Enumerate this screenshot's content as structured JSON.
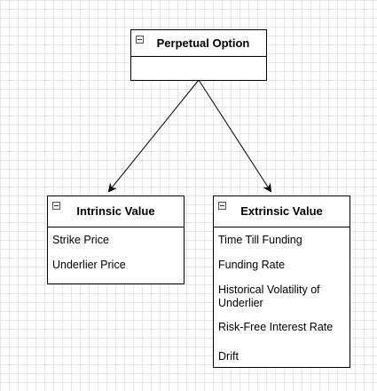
{
  "colors": {
    "stroke": "#000000",
    "grid": "#e6e6e6",
    "fill": "#ffffff"
  },
  "icons": [
    "collapse-icon"
  ],
  "diagram": {
    "root": {
      "title": "Perpetual Option",
      "attributes": []
    },
    "intrinsic": {
      "title": "Intrinsic Value",
      "attributes": [
        "Strike Price",
        "Underlier Price"
      ]
    },
    "extrinsic": {
      "title": "Extrinsic Value",
      "attributes": [
        "Time Till Funding",
        "Funding Rate",
        "Historical Volatility of Underlier",
        "Risk-Free Interest Rate",
        "Drift"
      ]
    },
    "edges": [
      {
        "from": "Perpetual Option",
        "to": "Intrinsic Value"
      },
      {
        "from": "Perpetual Option",
        "to": "Extrinsic Value"
      }
    ]
  }
}
